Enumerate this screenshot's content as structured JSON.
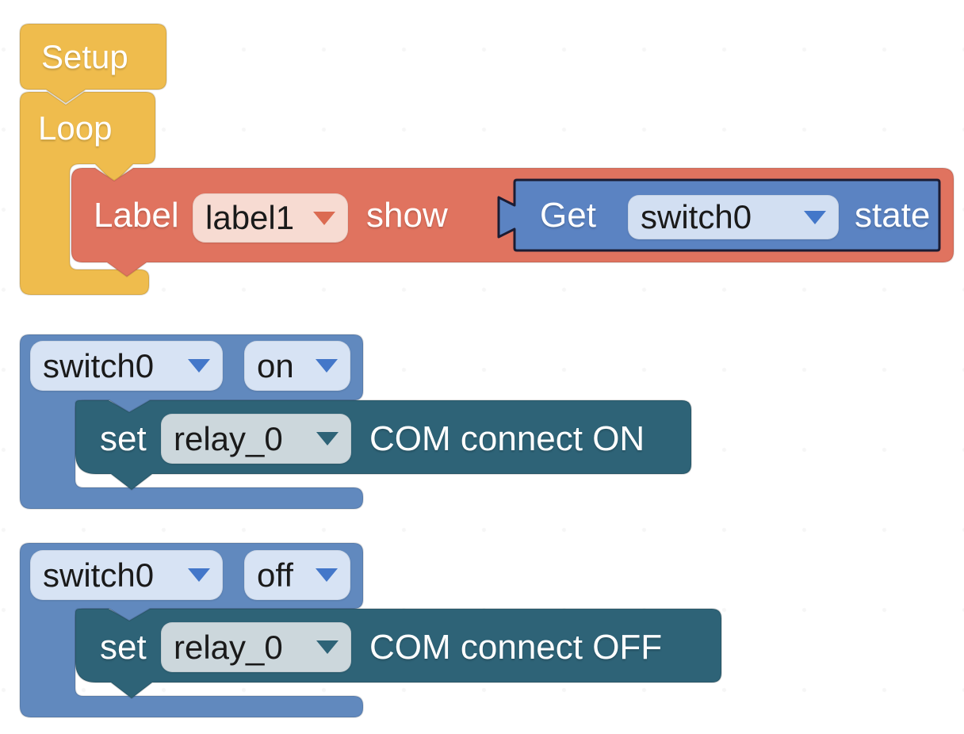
{
  "colors": {
    "yellow": "#efbc4d",
    "red": "#e0735f",
    "value_blue": "#5b83c2",
    "parent_blue": "#6189be",
    "teal": "#2e6377",
    "outline_dark": "#1b1c33",
    "pill_pink": "#f7dbd2",
    "pill_get_blue": "#d2dff2",
    "pill_blue": "#d7e3f4",
    "pill_gray": "#ccd7dc",
    "triangle_red": "#db6b52",
    "triangle_blue": "#4377c9",
    "triangle_teal": "#2e6377",
    "text_white": "#ffffff",
    "text_dark": "#1a1a1a"
  },
  "setup_block": {
    "label": "Setup"
  },
  "loop_block": {
    "label": "Loop"
  },
  "label_block": {
    "label_text": "Label",
    "dropdown": "label1",
    "show_text": "show"
  },
  "get_block": {
    "get_text": "Get",
    "dropdown": "switch0",
    "state_text": "state"
  },
  "switch_on_block": {
    "switch_dropdown": "switch0",
    "state_dropdown": "on"
  },
  "set_on_block": {
    "set_text": "set",
    "relay_dropdown": "relay_0",
    "action_text": "COM connect ON"
  },
  "switch_off_block": {
    "switch_dropdown": "switch0",
    "state_dropdown": "off"
  },
  "set_off_block": {
    "set_text": "set",
    "relay_dropdown": "relay_0",
    "action_text": "COM connect OFF"
  }
}
